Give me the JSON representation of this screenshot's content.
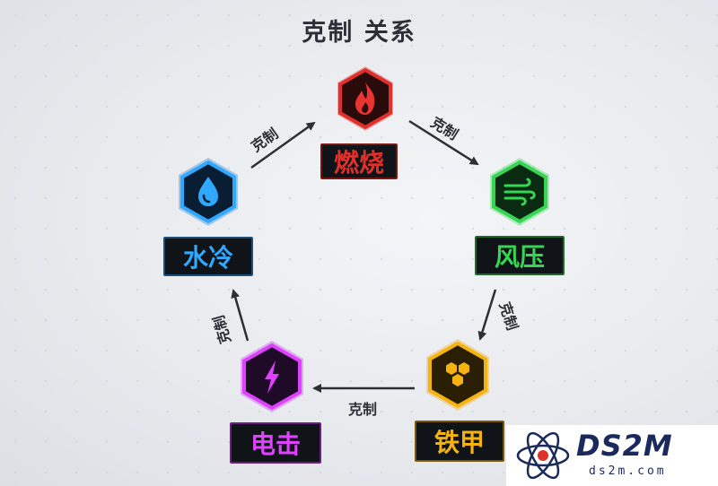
{
  "title": "克制 关系",
  "relation_label": "克制",
  "elements": {
    "burn": {
      "label": "燃烧",
      "color": "#e0302a",
      "icon": "flame-icon"
    },
    "wind": {
      "label": "风压",
      "color": "#36d552",
      "icon": "wind-icon"
    },
    "iron": {
      "label": "铁甲",
      "color": "#f5b30f",
      "icon": "hexagon-cluster-icon"
    },
    "elec": {
      "label": "电击",
      "color": "#e040ff",
      "icon": "lightning-icon"
    },
    "water": {
      "label": "水冷",
      "color": "#2fa8ff",
      "icon": "water-drop-icon"
    }
  },
  "arrows": [
    {
      "from": "水冷",
      "to": "燃烧",
      "label": "克制"
    },
    {
      "from": "燃烧",
      "to": "风压",
      "label": "克制"
    },
    {
      "from": "风压",
      "to": "铁甲",
      "label": "克制"
    },
    {
      "from": "铁甲",
      "to": "电击",
      "label": "克制"
    },
    {
      "from": "电击",
      "to": "水冷",
      "label": "克制"
    }
  ],
  "watermark": {
    "main": "DS2M",
    "sub": "ds2m.com"
  }
}
